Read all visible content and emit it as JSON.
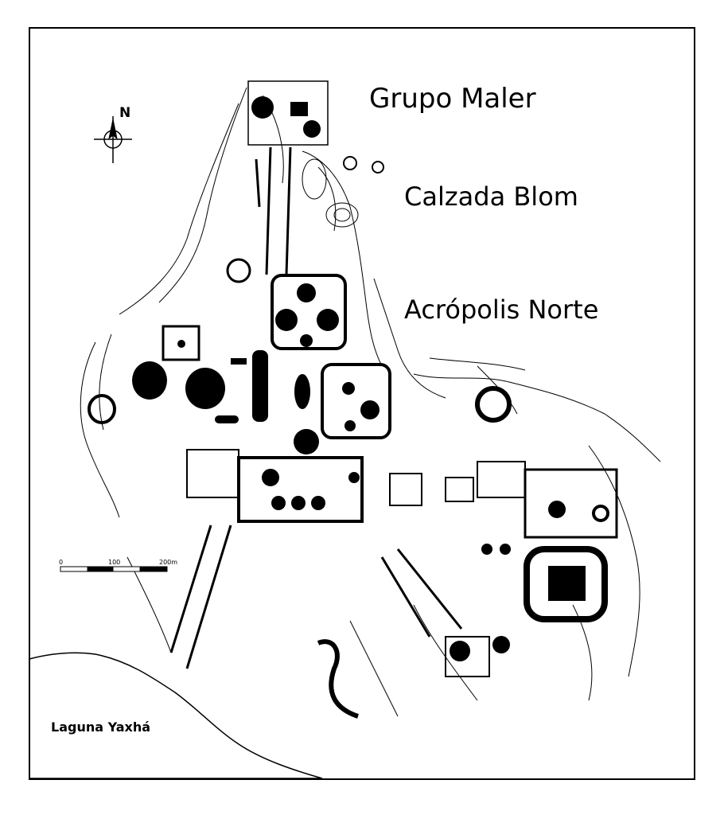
{
  "map": {
    "labels": {
      "grupo_maler": "Grupo Maler",
      "calzada_blom": "Calzada Blom",
      "acropolis_norte": "Acrópolis Norte",
      "laguna_yaxha": "Laguna Yaxhá"
    },
    "north_arrow": {
      "letter": "N",
      "icon": "north-arrow-icon"
    },
    "scale_bar": {
      "ticks": [
        "0",
        "100",
        "200m"
      ]
    },
    "colors": {
      "ink": "#000000",
      "paper": "#ffffff"
    }
  }
}
